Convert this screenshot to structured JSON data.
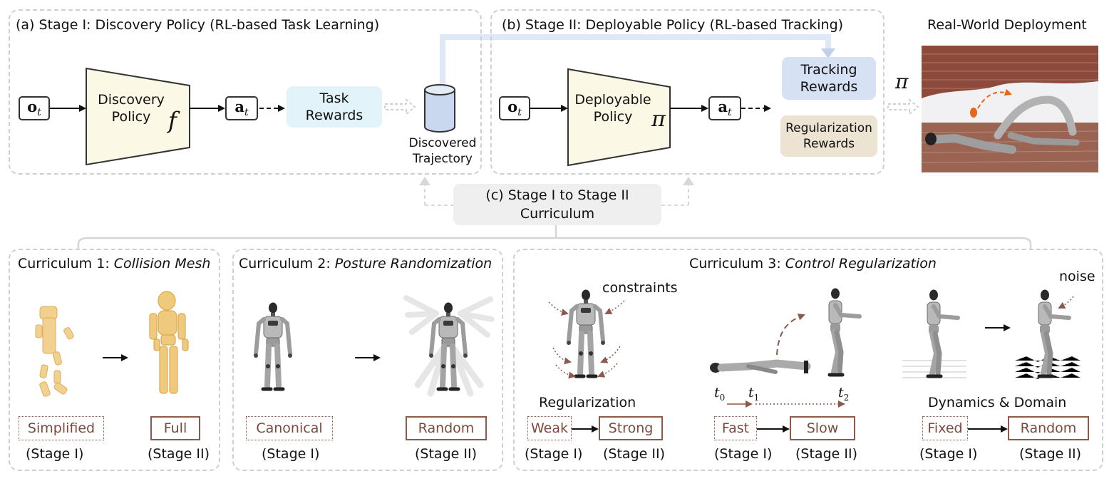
{
  "stage1": {
    "title": "(a) Stage I: Discovery Policy (RL-based Task Learning)",
    "obs": "o",
    "obs_sub": "t",
    "policy": "Discovery\nPolicy",
    "policy_symbol": "f",
    "action": "a",
    "action_sub": "t",
    "reward": "Task\nRewards",
    "trajectory_label": "Discovered\nTrajectory"
  },
  "stage2": {
    "title": "(b) Stage II: Deployable Policy (RL-based Tracking)",
    "obs": "o",
    "obs_sub": "t",
    "policy": "Deployable\nPolicy",
    "policy_symbol": "π",
    "action": "a",
    "action_sub": "t",
    "tracking_reward": "Tracking\nRewards",
    "regularization_reward": "Regularization\nRewards"
  },
  "deployment": {
    "title": "Real-World Deployment",
    "policy_symbol": "π"
  },
  "curriculum_header": "(c) Stage I to Stage II\nCurriculum",
  "curriculum1": {
    "title_prefix": "Curriculum 1: ",
    "title_emph": "Collision Mesh",
    "from": "Simplified",
    "to": "Full",
    "from_stage": "(Stage I)",
    "to_stage": "(Stage II)"
  },
  "curriculum2": {
    "title_prefix": "Curriculum 2: ",
    "title_emph": "Posture Randomization",
    "from": "Canonical",
    "to": "Random",
    "from_stage": "(Stage I)",
    "to_stage": "(Stage II)"
  },
  "curriculum3": {
    "title_prefix": "Curriculum 3: ",
    "title_emph": "Control Regularization",
    "reg": {
      "annotation": "constraints",
      "label": "Regularization",
      "from": "Weak",
      "to": "Strong",
      "from_stage": "(Stage I)",
      "to_stage": "(Stage II)"
    },
    "speed": {
      "t0": "t",
      "t0_sub": "0",
      "t1": "t",
      "t1_sub": "1",
      "t2": "t",
      "t2_sub": "2",
      "from": "Fast",
      "to": "Slow",
      "from_stage": "(Stage I)",
      "to_stage": "(Stage II)"
    },
    "dyn": {
      "annotation": "noise",
      "label": "Dynamics & Domain",
      "from": "Fixed",
      "to": "Random",
      "from_stage": "(Stage I)",
      "to_stage": "(Stage II)"
    }
  },
  "colors": {
    "panel_border": "#cfcfcf",
    "policy_fill": "#fbf8e6",
    "task_reward": "#e3f3fa",
    "tracking_reward": "#d6e1f3",
    "regularization_reward": "#ece3d2",
    "db_fill": "#c9d7ef",
    "connector": "#dfe8f6",
    "curriculum_box": "#efefef",
    "brown": "#8a5a4a",
    "orange": "#e8661c"
  },
  "icons": [
    "database-icon",
    "humanoid-robot-icon",
    "arrow-right-icon"
  ]
}
